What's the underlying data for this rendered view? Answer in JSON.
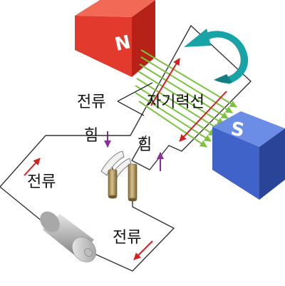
{
  "labels": {
    "current_top": "전류",
    "field_lines": "자기력선",
    "force_left": "힘",
    "force_right": "힘",
    "current_left": "전류",
    "current_bottom": "전류"
  },
  "poles": {
    "north": "N",
    "south": "S"
  },
  "colors": {
    "north_front": "#e23b2e",
    "north_top": "#f26a55",
    "north_side": "#b72218",
    "south_front": "#3f63c9",
    "south_top": "#6c8de6",
    "south_side": "#2a4598",
    "field_line": "#7dc242",
    "current_arrow": "#d42020",
    "force_arrow": "#8b2d9a",
    "rotation_arrow": "#1aa3a6"
  }
}
